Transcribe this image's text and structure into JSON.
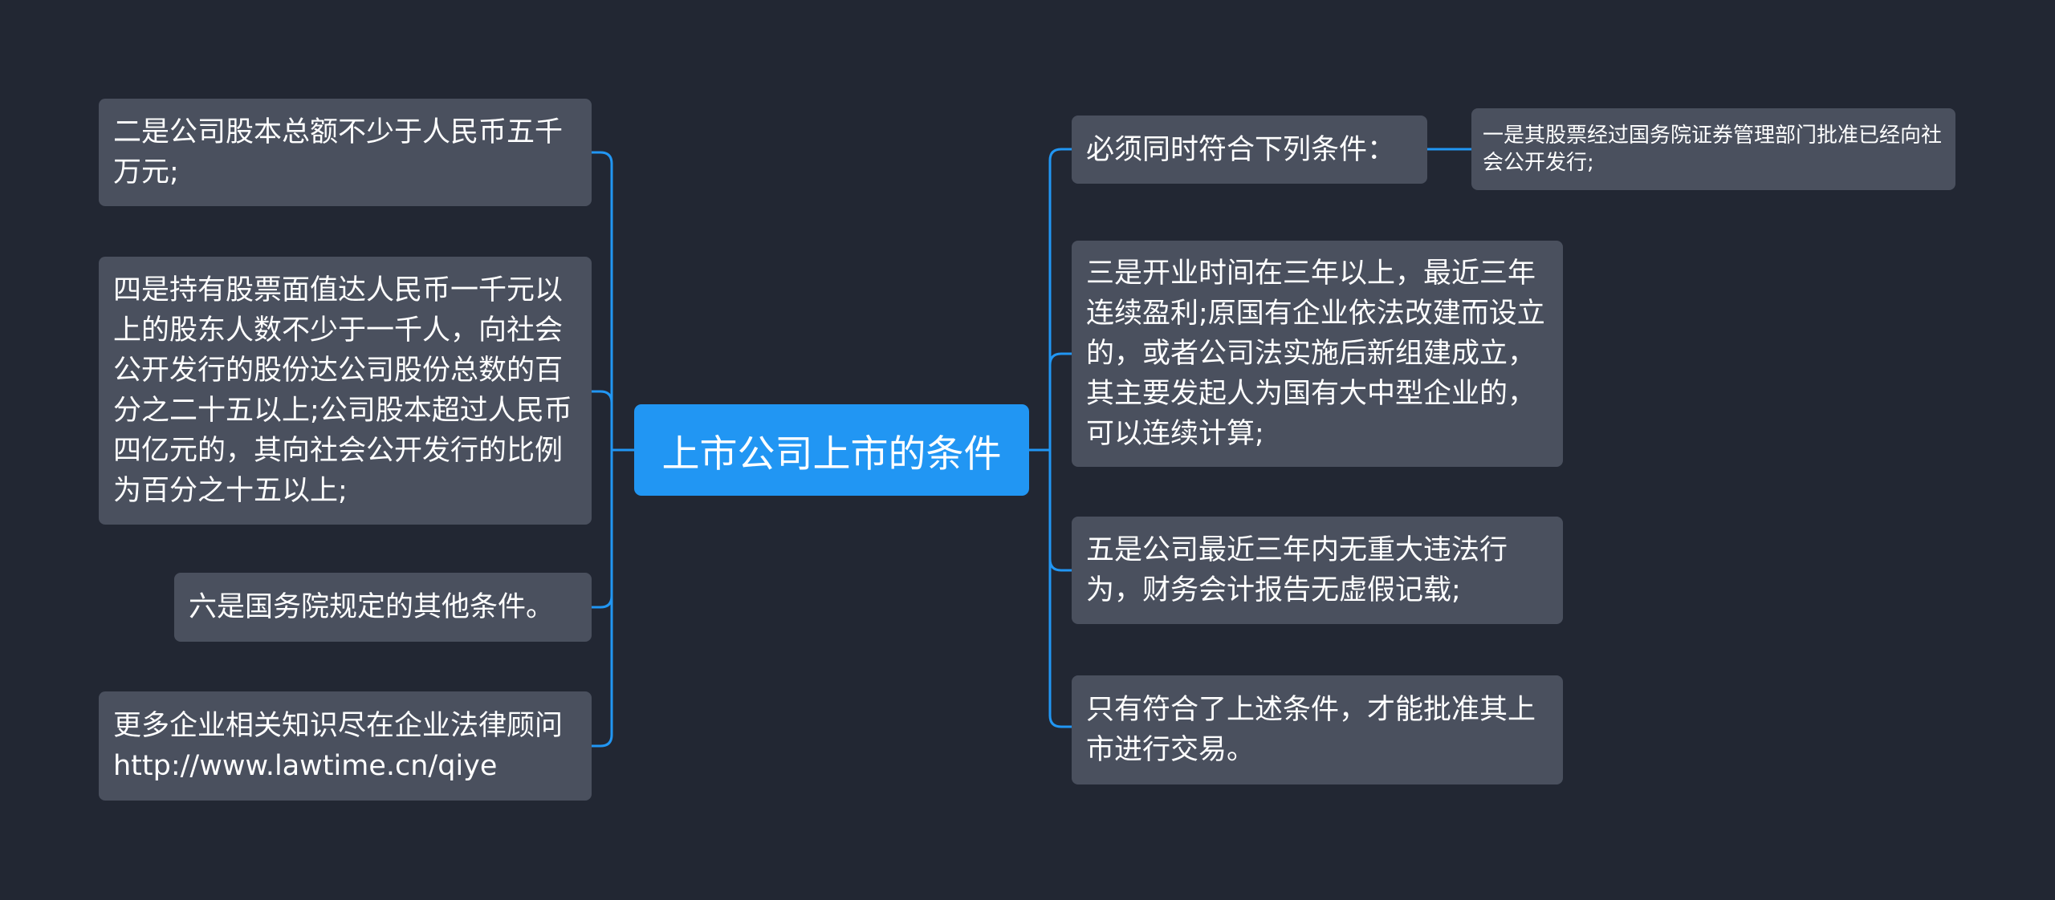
{
  "root": {
    "label": "上市公司上市的条件"
  },
  "left": [
    {
      "text": "二是公司股本总额不少于人民币五千万元;"
    },
    {
      "text": "四是持有股票面值达人民币一千元以上的股东人数不少于一千人，向社会公开发行的股份达公司股份总数的百分之二十五以上;公司股本超过人民币四亿元的，其向社会公开发行的比例为百分之十五以上;"
    },
    {
      "text": "六是国务院规定的其他条件。"
    },
    {
      "text": "更多企业相关知识尽在企业法律顾问http://www.lawtime.cn/qiye"
    }
  ],
  "right": [
    {
      "text": "必须同时符合下列条件："
    },
    {
      "text": "三是开业时间在三年以上，最近三年连续盈利;原国有企业依法改建而设立的，或者公司法实施后新组建成立，其主要发起人为国有大中型企业的，可以连续计算;"
    },
    {
      "text": "五是公司最近三年内无重大违法行为，财务会计报告无虚假记载;"
    },
    {
      "text": "只有符合了上述条件，才能批准其上市进行交易。"
    }
  ],
  "sub": {
    "text": "一是其股票经过国务院证券管理部门批准已经向社会公开发行;"
  },
  "colors": {
    "background": "#222733",
    "root": "#2196f3",
    "node": "#4a505e",
    "connector": "#2196f3",
    "text": "#ffffff"
  }
}
